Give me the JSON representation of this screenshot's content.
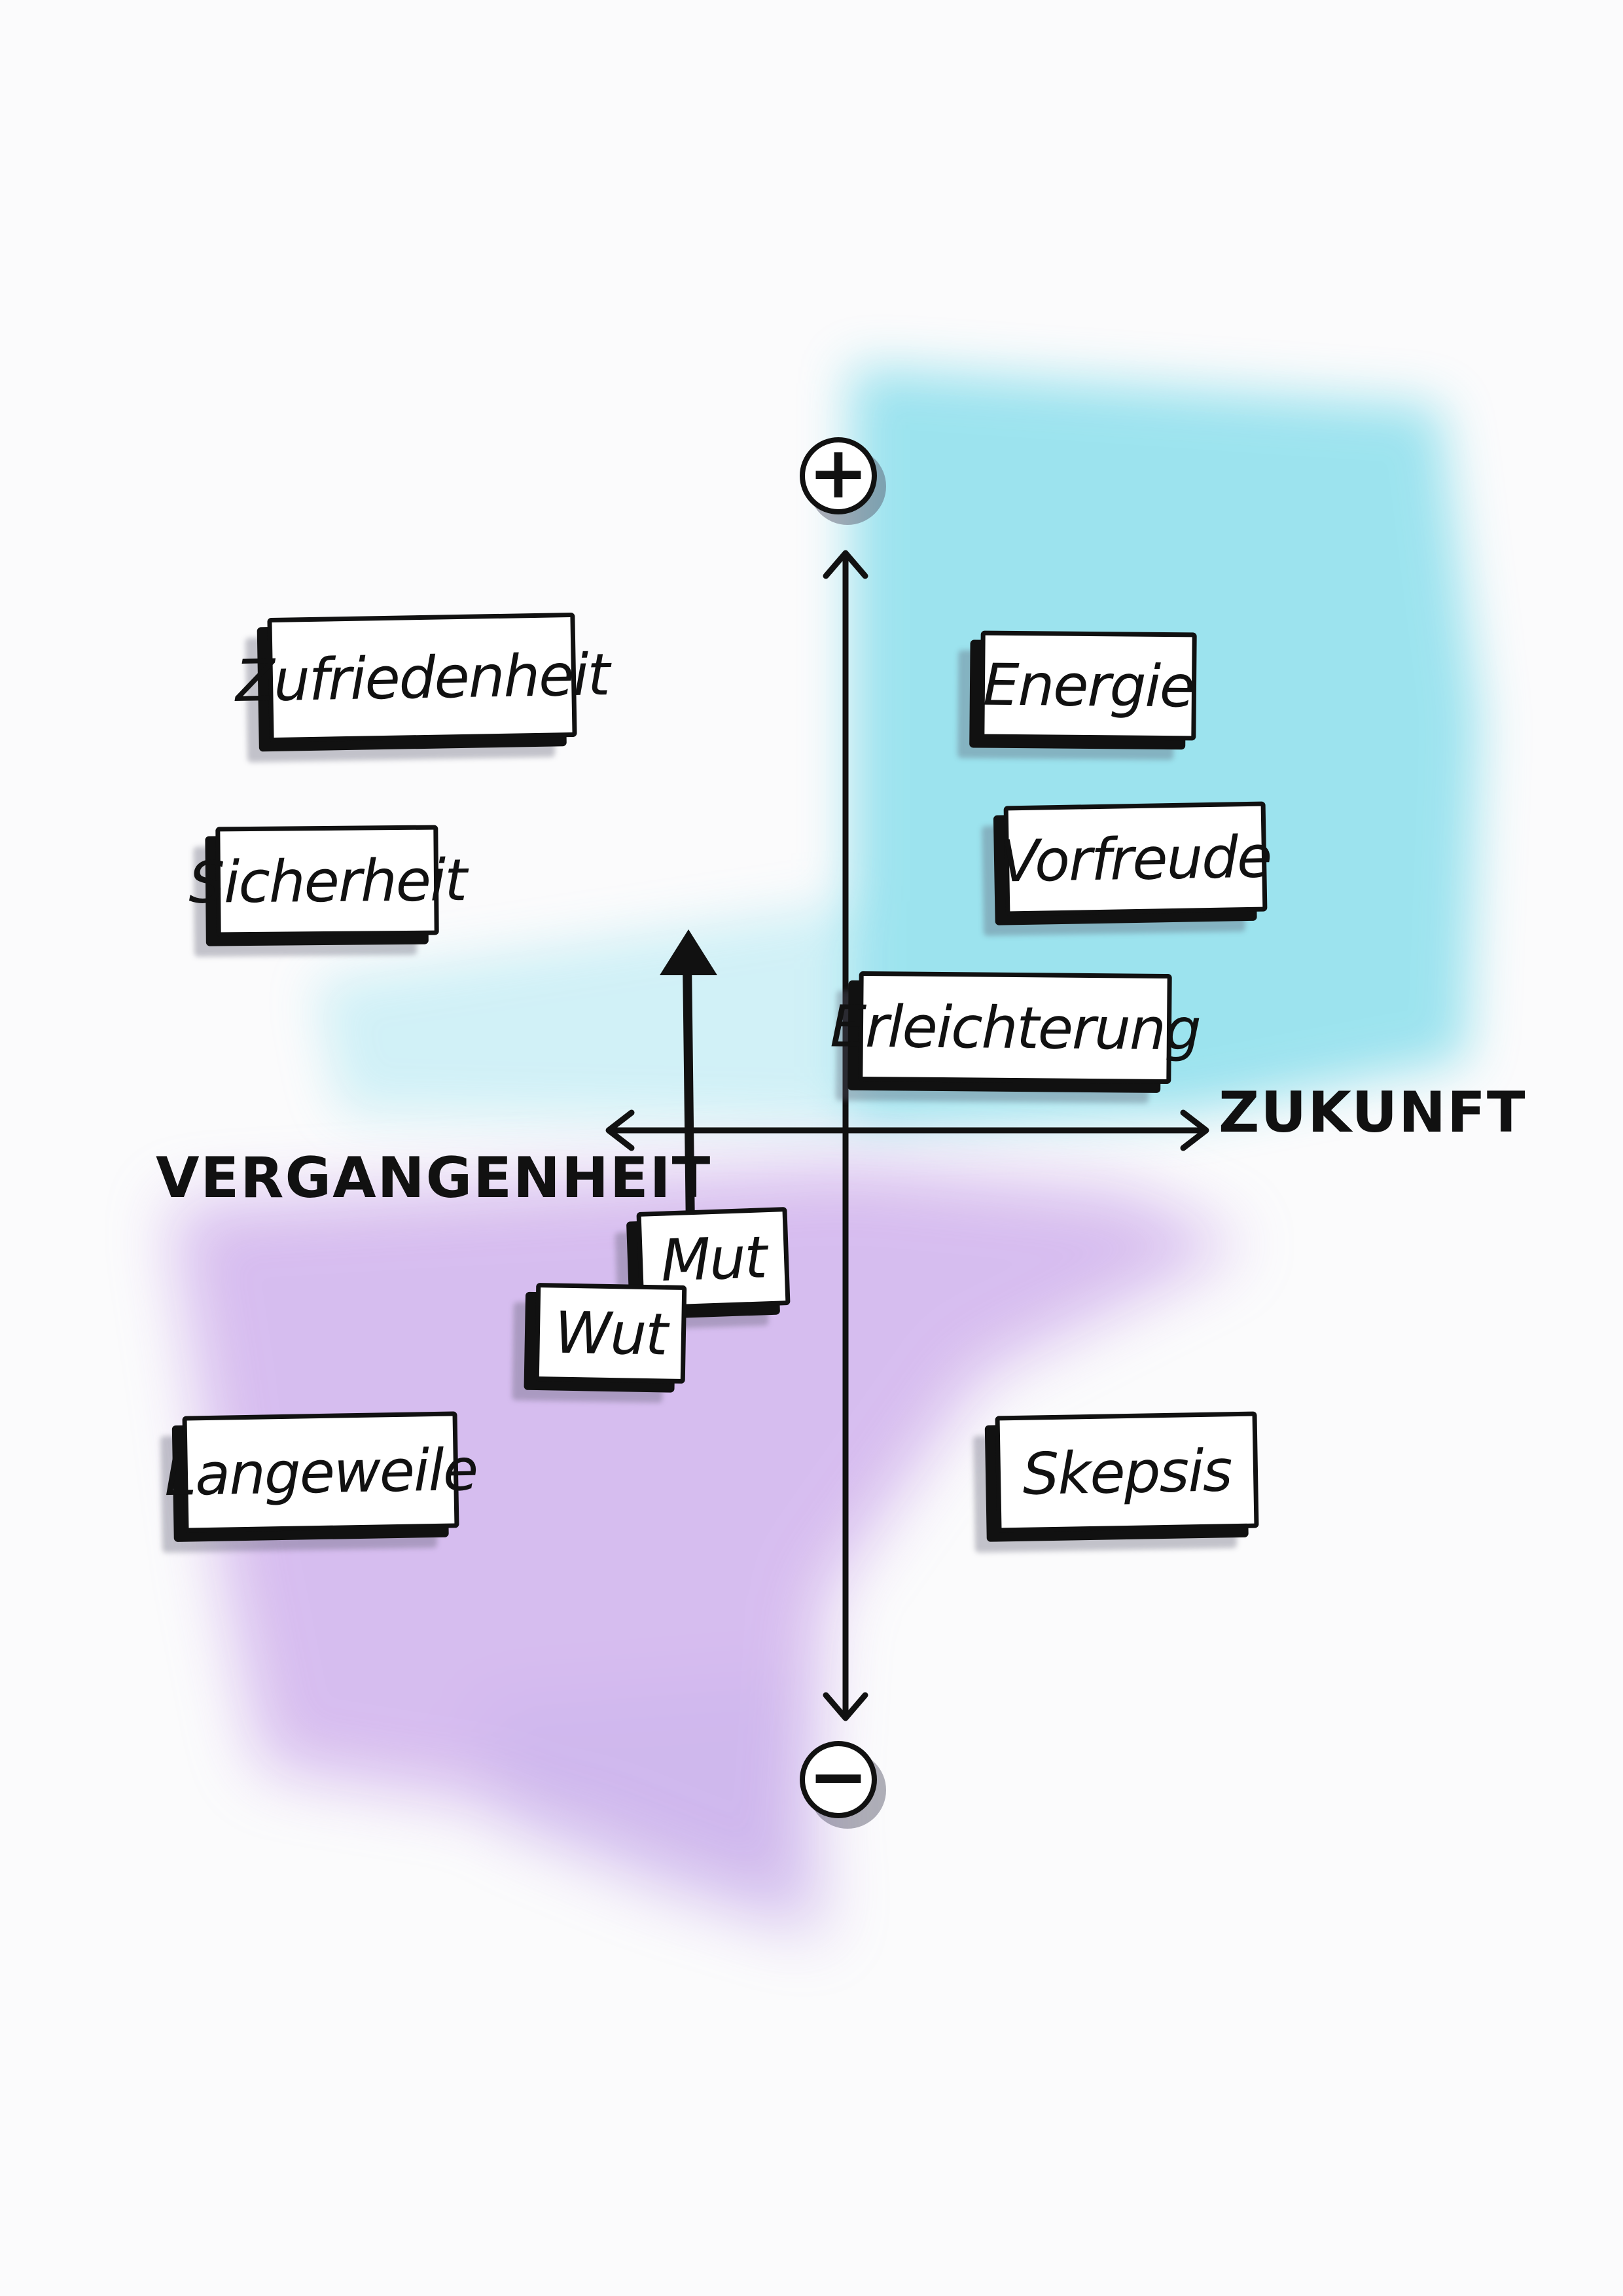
{
  "poles": {
    "plus": "+",
    "minus": "−"
  },
  "axes": {
    "left": "VERGANGENHEIT",
    "right": "ZUKUNFT"
  },
  "cards": {
    "zufriedenheit": "Zufriedenheit",
    "sicherheit": "Sicherheit",
    "energie": "Energie",
    "vorfreude": "Vorfreude",
    "erleichterung": "Erleichterung",
    "mut": "Mut",
    "wut": "Wut",
    "langeweile": "Langeweile",
    "skepsis": "Skepsis"
  },
  "colors": {
    "positive_wash": "#62d4e6",
    "negative_wash": "#b98ae4",
    "ink": "#111111"
  }
}
